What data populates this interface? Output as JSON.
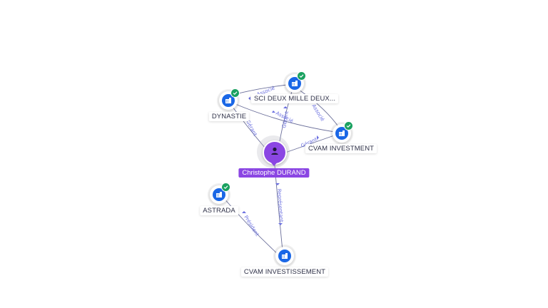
{
  "person": {
    "name": "Christophe DURAND",
    "icon": "user-icon",
    "color": "#8b46e3"
  },
  "companies": [
    {
      "name": "SCI DEUX MILLE DEUX...",
      "verified": true,
      "icon": "building-icon"
    },
    {
      "name": "DYNASTIE",
      "verified": true,
      "icon": "building-icon"
    },
    {
      "name": "CVAM INVESTMENT",
      "verified": true,
      "icon": "building-icon"
    },
    {
      "name": "ASTRADA",
      "verified": true,
      "icon": "building-icon"
    },
    {
      "name": "CVAM INVESTISSEMENT",
      "verified": false,
      "icon": "building-icon"
    }
  ],
  "edges": [
    {
      "from": "Christophe DURAND",
      "to": "DYNASTIE",
      "label": "Gérant"
    },
    {
      "from": "Christophe DURAND",
      "to": "SCI DEUX MILLE DEUX...",
      "label": "Gérant"
    },
    {
      "from": "Christophe DURAND",
      "to": "CVAM INVESTMENT",
      "label": "Gérant"
    },
    {
      "from": "Christophe DURAND",
      "to": "CVAM INVESTISSEMENT",
      "label": "Représentant"
    },
    {
      "from": "DYNASTIE",
      "to": "SCI DEUX MILLE DEUX...",
      "label": "Associé"
    },
    {
      "from": "DYNASTIE",
      "to": "CVAM INVESTMENT",
      "label": "Associé"
    },
    {
      "from": "CVAM INVESTMENT",
      "to": "SCI DEUX MILLE DEUX...",
      "label": "Associé"
    },
    {
      "from": "CVAM INVESTISSEMENT",
      "to": "ASTRADA",
      "label": "Président"
    }
  ],
  "colors": {
    "company": "#1a67e6",
    "verified": "#1aa160",
    "edge": "#6b6f9a",
    "edge_label": "#6a6fe0"
  }
}
